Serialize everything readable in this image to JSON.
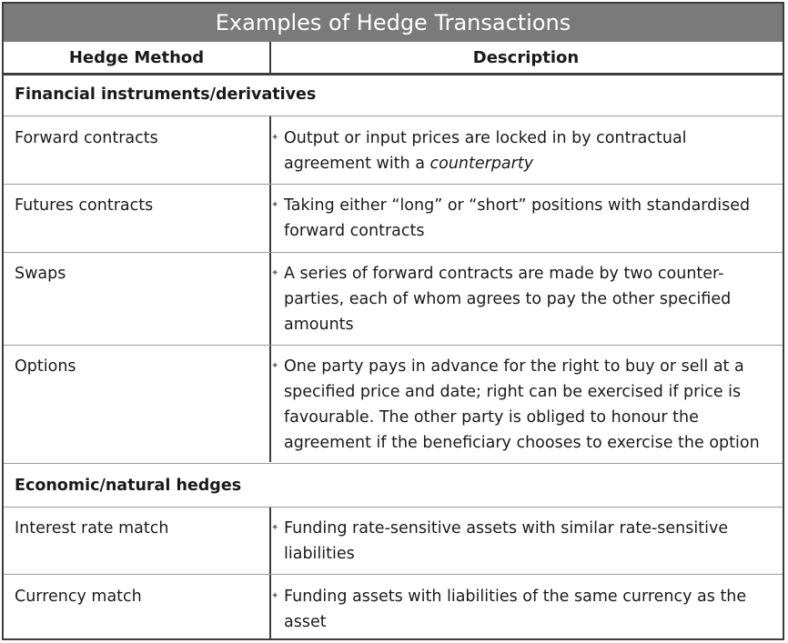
{
  "title": "Examples of Hedge Transactions",
  "headers": {
    "method": "Hedge Method",
    "description": "Description"
  },
  "bullet_glyph": "✦",
  "sections": [
    {
      "name": "Financial instruments/derivatives",
      "rows": [
        {
          "method": "Forward contracts",
          "desc_pre": "Output or input prices are locked in by contractual agreement with a ",
          "desc_italic": "counterparty",
          "desc_post": ""
        },
        {
          "method": "Futures contracts",
          "desc_pre": "Taking either “long” or “short” positions with standardised forward contracts",
          "desc_italic": "",
          "desc_post": ""
        },
        {
          "method": "Swaps",
          "desc_pre": "A series of forward contracts are made by two counter-parties, each of whom agrees to pay the other specified amounts",
          "desc_italic": "",
          "desc_post": ""
        },
        {
          "method": "Options",
          "desc_pre": "One party pays in advance for the right to buy or sell at a specified price and date; right can be exercised if price is favourable. The other party is obliged to honour the agreement if the beneficiary chooses to exercise the option",
          "desc_italic": "",
          "desc_post": ""
        }
      ]
    },
    {
      "name": "Economic/natural hedges",
      "rows": [
        {
          "method": "Interest rate match",
          "desc_pre": "Funding rate-sensitive assets with similar rate-sensitive liabilities",
          "desc_italic": "",
          "desc_post": ""
        },
        {
          "method": "Currency match",
          "desc_pre": "Funding assets with liabilities of the same currency as the asset",
          "desc_italic": "",
          "desc_post": ""
        }
      ]
    }
  ]
}
